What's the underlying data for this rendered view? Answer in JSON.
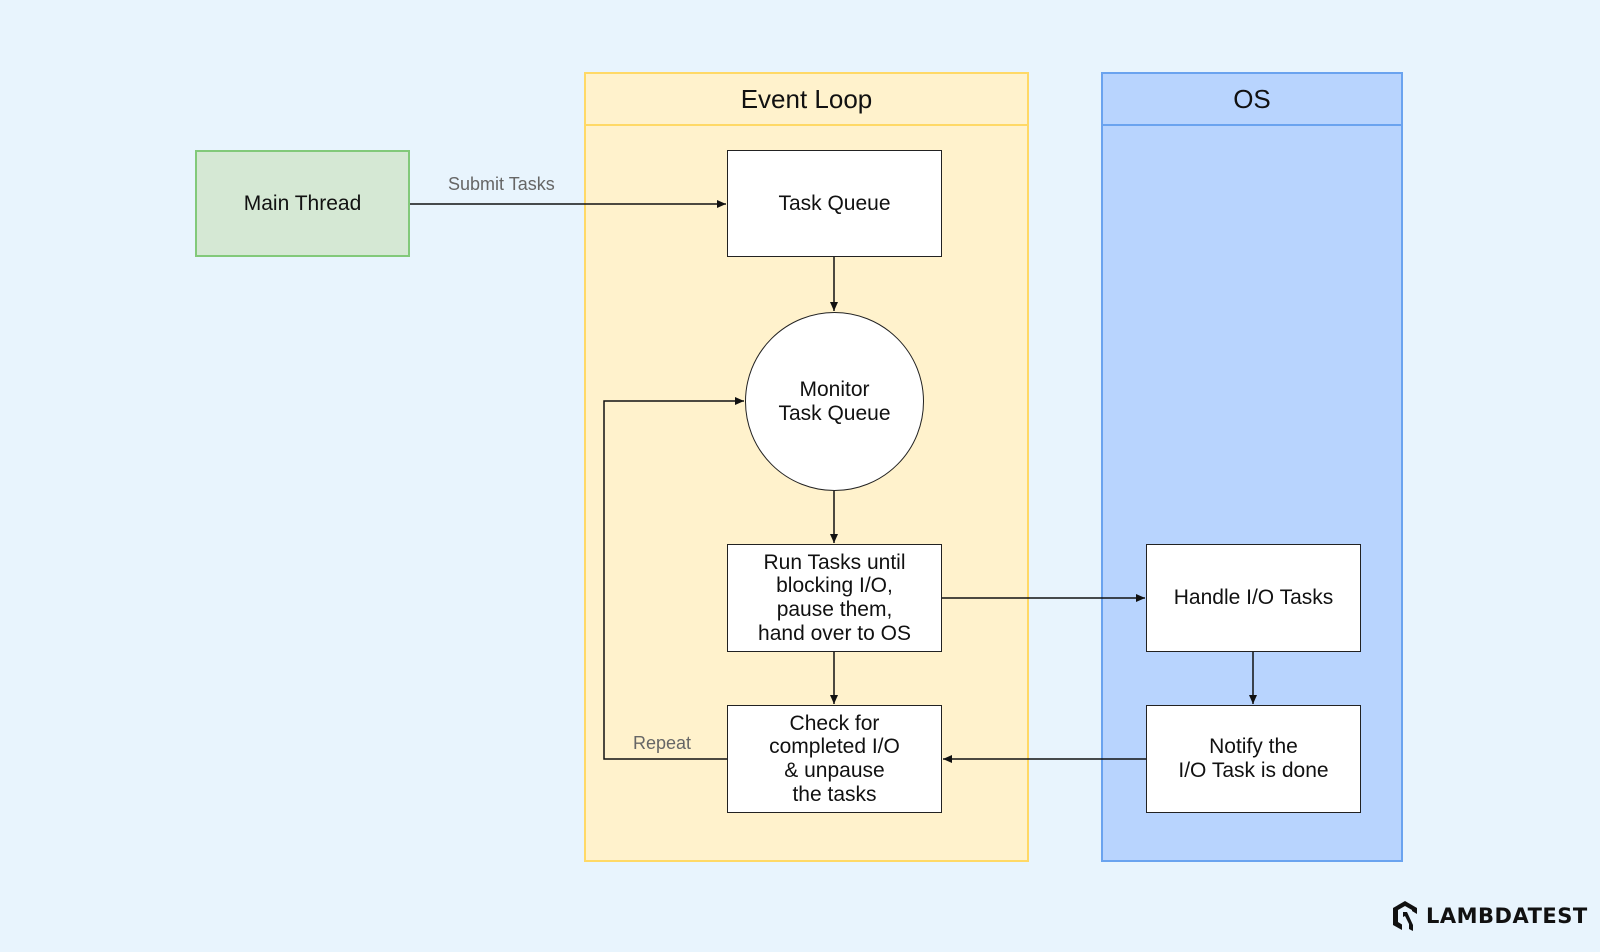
{
  "lanes": {
    "event_loop": "Event Loop",
    "os": "OS"
  },
  "nodes": {
    "main_thread": "Main Thread",
    "task_queue": "Task Queue",
    "monitor": "Monitor\nTask Queue",
    "run_tasks": "Run Tasks until\nblocking I/O,\npause them,\nhand over to OS",
    "check": "Check for\ncompleted I/O\n& unpause\nthe tasks",
    "handle_io": "Handle I/O Tasks",
    "notify": "Notify the\nI/O Task is done"
  },
  "edges": {
    "submit_tasks": "Submit Tasks",
    "repeat": "Repeat"
  },
  "brand": {
    "name": "LAMBDATEST",
    "icon": "lambdatest-logo-icon"
  },
  "colors": {
    "background": "#e8f4fd",
    "event_loop_fill": "#fff2cc",
    "event_loop_border": "#ffd966",
    "os_fill": "#b8d4fe",
    "os_border": "#6aa3ef",
    "main_thread_fill": "#d5e8d4",
    "main_thread_border": "#82c97a"
  }
}
